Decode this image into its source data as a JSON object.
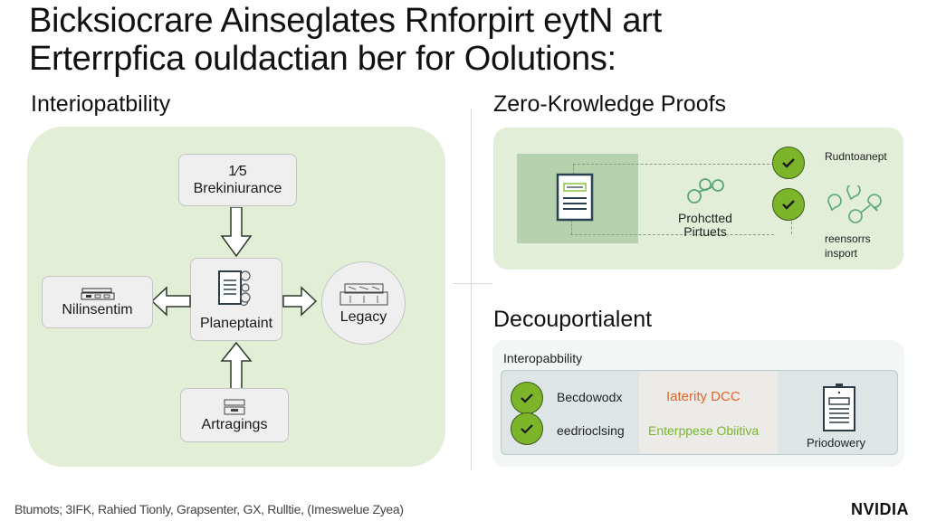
{
  "header": {
    "title_line1": "Bicksiocrare Ainseglates Rnforpirt eytN art",
    "title_line2": "Erterrpfica ouldactian ber for Oolutions:"
  },
  "left_section": {
    "title": "Interiopatbility",
    "nodes": {
      "top": {
        "line1": "1⁄5",
        "line2": "Brekiniurance"
      },
      "center": {
        "label": "Planeptaint",
        "icon": "document-network-icon"
      },
      "left": {
        "label": "Nilinsentim",
        "icon": "server-rack-icon"
      },
      "right": {
        "label": "Legacy",
        "icon": "sofa-machine-icon"
      },
      "bottom": {
        "label": "Artragings",
        "icon": "server-stack-icon"
      }
    }
  },
  "zk_section": {
    "title": "Zero-Krowledge Proofs",
    "center_label_line1": "Prohctted",
    "center_label_line2": "Pirtuets",
    "right_top_label": "Rudntoanept",
    "right_bottom_label_line1": "reensorrs",
    "right_bottom_label_line2": "insport"
  },
  "decoup_section": {
    "title": "Decouportialent",
    "sublabel": "Interopabbility",
    "rows": [
      {
        "label": "Becdowodx",
        "status": "checked"
      },
      {
        "label": "eedrioclsing",
        "status": "checked"
      }
    ],
    "middle_top": "Iaterity DCC",
    "middle_bottom": "Enterppese Obiitiva",
    "right_label": "Priodowery",
    "colors": {
      "orange": "#e0652a",
      "green": "#79b52e"
    }
  },
  "footer": {
    "sources": "Btumots; 3IFK, Rahied Tionly, Grapsenter, GX, Rulltie, (Imeswelue Zyea)",
    "brand": "NVIDIA"
  },
  "colors": {
    "panel_green": "#e3eed6",
    "check_green": "#7db52a",
    "highlight_green": "#b6d1ad"
  }
}
